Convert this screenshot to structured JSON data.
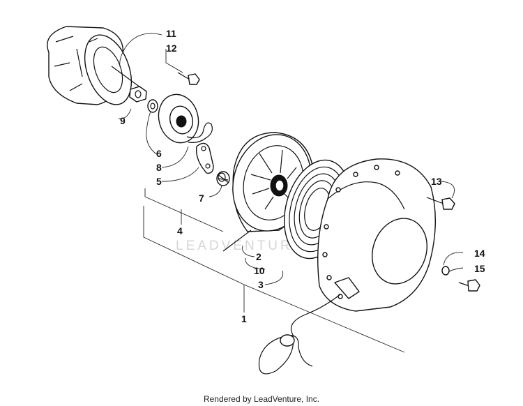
{
  "callouts": {
    "c1": "1",
    "c2": "2",
    "c3": "3",
    "c4": "4",
    "c5": "5",
    "c6": "6",
    "c7": "7",
    "c8": "8",
    "c9": "9",
    "c10": "10",
    "c11": "11",
    "c12": "12",
    "c13": "13",
    "c14": "14",
    "c15": "15"
  },
  "watermark": "LEADVENTURE",
  "footer": "Rendered by LeadVenture, Inc."
}
